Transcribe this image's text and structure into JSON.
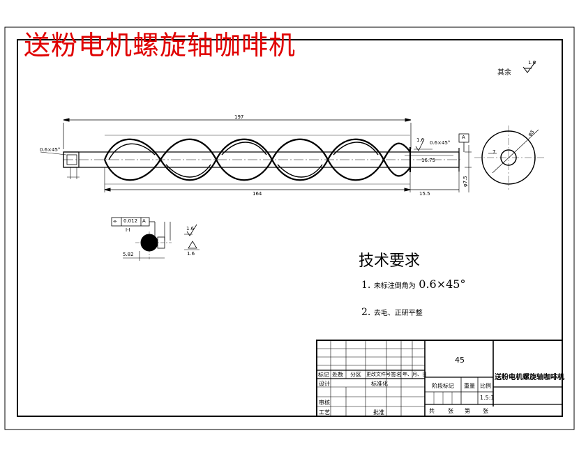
{
  "title_overlay": "送粉电机螺旋轴咖啡机",
  "surface_note": {
    "label": "其余",
    "roughness": "1.6"
  },
  "dimensions": {
    "overall_length": "197",
    "helix_length": "164",
    "end_length": "15.5",
    "left_chamfer": "0.6×45°",
    "right_chamfer": "0.6×45°",
    "right_roughness": "1.6",
    "datum": "A",
    "keyway_depth": "16.75",
    "diameter": "φ7.5",
    "section_dim": "5.82",
    "section_tolerance": "0.012",
    "section_datum": "A",
    "section_label": "I-I",
    "section_rough_1": "1.6",
    "section_rough_2": "1.6",
    "end_view_dim": "7",
    "end_view_angle": "φ5"
  },
  "requirements": {
    "heading": "技术要求",
    "item1_prefix": "1.",
    "item1_text": "未标注倒角为",
    "item1_value": "0.6×45°",
    "item2_prefix": "2.",
    "item2_text": "去毛、正研平整"
  },
  "title_block": {
    "material": "45",
    "part_name": "送粉电机螺旋轴咖啡机",
    "scale": "1.5:1",
    "headers": [
      "标记",
      "处数",
      "分区",
      "更改文件号",
      "签名",
      "年、月、日"
    ],
    "design": "设计",
    "standardize": "标准化",
    "stage_mark": "阶段标记",
    "weight": "重量",
    "scale_label": "比例",
    "review": "审核",
    "process": "工艺",
    "approve": "批准",
    "sheets_total": "共",
    "sheet": "张",
    "sheet_no": "第",
    "sheet2": "张"
  }
}
